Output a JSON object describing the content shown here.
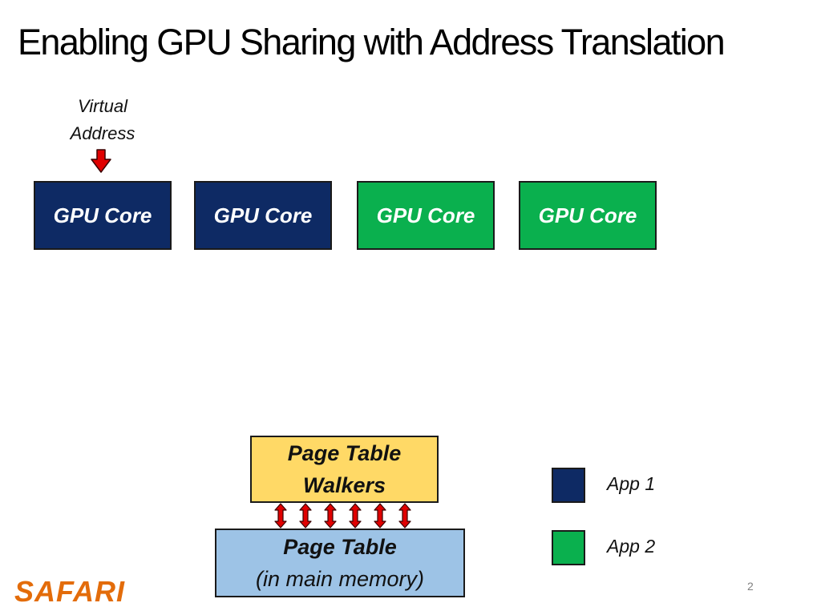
{
  "slide": {
    "title": "Enabling GPU Sharing with Address Translation"
  },
  "virtual_address": {
    "line1": "Virtual",
    "line2": "Address"
  },
  "gpu_cores": [
    {
      "label": "GPU Core",
      "app": "App 1"
    },
    {
      "label": "GPU Core",
      "app": "App 1"
    },
    {
      "label": "GPU Core",
      "app": "App 2"
    },
    {
      "label": "GPU Core",
      "app": "App 2"
    }
  ],
  "page_table_walkers": {
    "line1": "Page Table",
    "line2": "Walkers"
  },
  "page_table": {
    "title": "Page Table",
    "subtitle": "(in main memory)"
  },
  "legend": [
    {
      "label": "App 1",
      "color": "#0e2a64"
    },
    {
      "label": "App 2",
      "color": "#0ab04e"
    }
  ],
  "footer": {
    "logo": "SAFARI",
    "page_number": "2"
  },
  "colors": {
    "app1": "#0e2a64",
    "app2": "#0ab04e",
    "walkers": "#ffd966",
    "page_table": "#9dc3e6",
    "arrow": "#e00000",
    "logo": "#e36c0a"
  }
}
